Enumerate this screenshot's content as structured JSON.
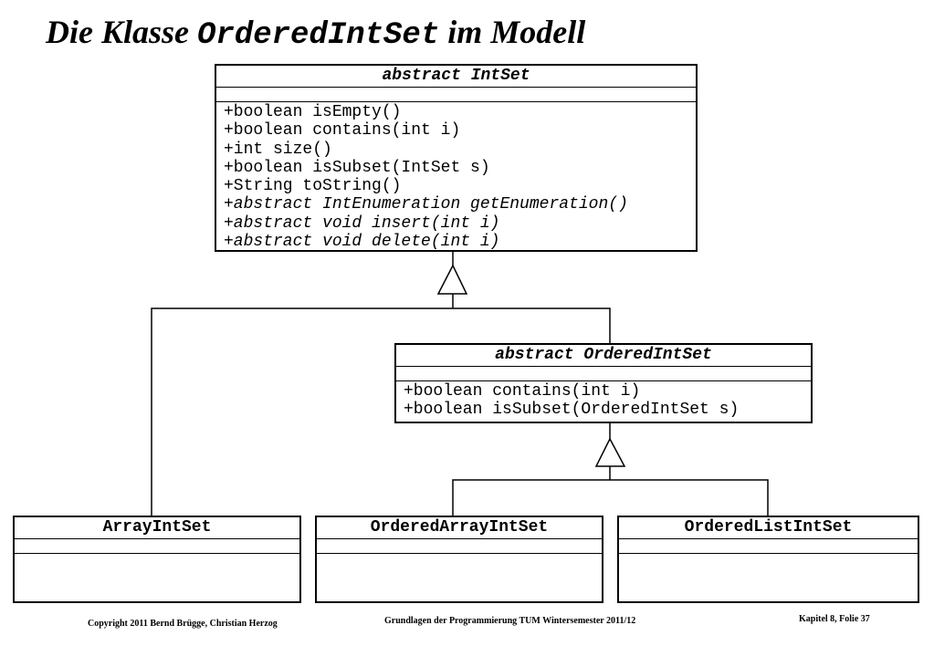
{
  "title": {
    "prefix": "Die Klasse ",
    "code": "OrderedIntSet",
    "suffix": " im Modell"
  },
  "classes": {
    "intset": {
      "name": "abstract IntSet",
      "operations": [
        {
          "text": "+boolean isEmpty()",
          "abstract": false
        },
        {
          "text": "+boolean contains(int i)",
          "abstract": false
        },
        {
          "text": "+int size()",
          "abstract": false
        },
        {
          "text": "+boolean isSubset(IntSet s)",
          "abstract": false
        },
        {
          "text": "+String toString()",
          "abstract": false
        },
        {
          "text": "+abstract IntEnumeration getEnumeration()",
          "abstract": true
        },
        {
          "text": "+abstract void insert(int i)",
          "abstract": true
        },
        {
          "text": "+abstract void delete(int i)",
          "abstract": true
        }
      ]
    },
    "ordered": {
      "name": "abstract OrderedIntSet",
      "operations": [
        {
          "text": "+boolean contains(int i)",
          "abstract": false
        },
        {
          "text": "+boolean isSubset(OrderedIntSet s)",
          "abstract": false
        }
      ]
    },
    "array": {
      "name": "ArrayIntSet"
    },
    "orderedArray": {
      "name": "OrderedArrayIntSet"
    },
    "orderedList": {
      "name": "OrderedListIntSet"
    }
  },
  "footer": {
    "copyright": "Copyright  2011 Bernd Brügge, Christian Herzog",
    "course": "Grundlagen der Programmierung  TUM Wintersemester 2011/12",
    "page": "Kapitel 8, Folie 37"
  }
}
